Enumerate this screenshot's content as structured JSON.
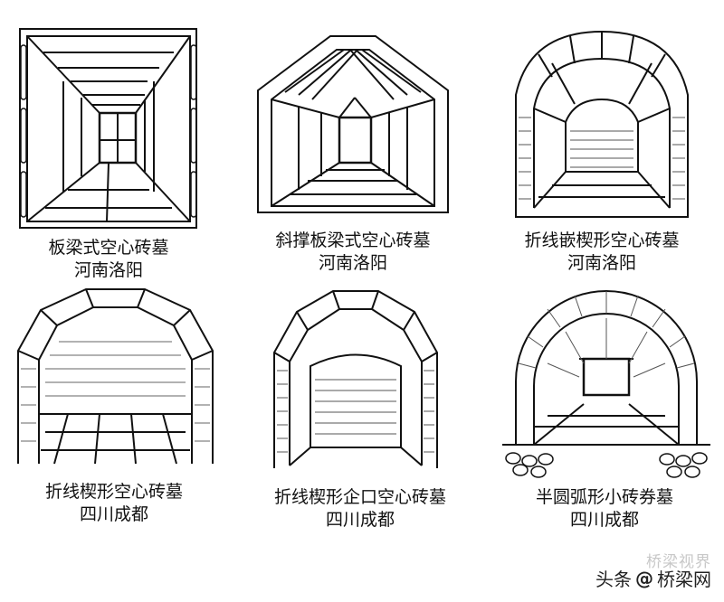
{
  "figures": [
    {
      "name": "板梁式空心砖墓",
      "place": "河南洛阳"
    },
    {
      "name": "斜撑板梁式空心砖墓",
      "place": "河南洛阳"
    },
    {
      "name": "折线嵌楔形空心砖墓",
      "place": "河南洛阳"
    },
    {
      "name": "折线楔形空心砖墓",
      "place": "四川成都"
    },
    {
      "name": "折线楔形企口空心砖墓",
      "place": "四川成都"
    },
    {
      "name": "半圆弧形小砖券墓",
      "place": "四川成都"
    }
  ],
  "watermark": {
    "faint": "桥梁视界",
    "prefix": "头条",
    "at": "@",
    "handle": "桥梁网"
  }
}
